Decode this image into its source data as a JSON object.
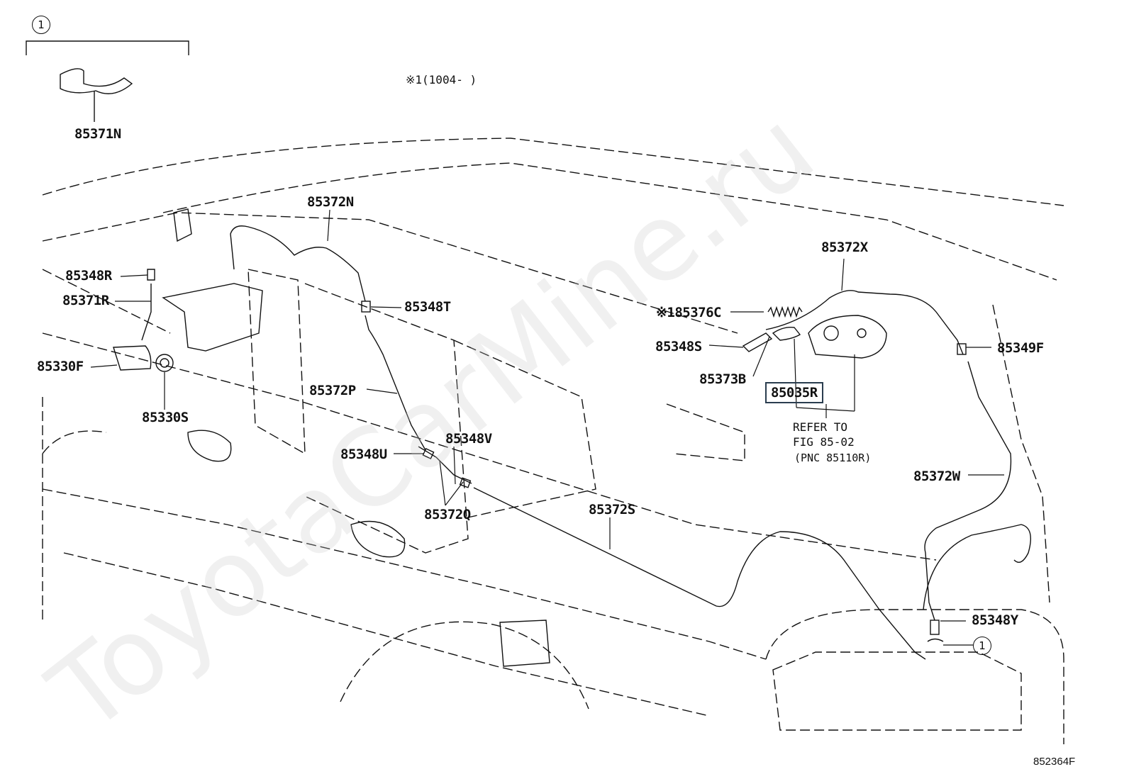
{
  "group_ref": "1",
  "group_ref_2": "1",
  "applicability_note": "※1(1004-    )",
  "parts": {
    "p85371N": "85371N",
    "p85372N": "85372N",
    "p85348R": "85348R",
    "p85371R": "85371R",
    "p85330F": "85330F",
    "p85330S": "85330S",
    "p85348T": "85348T",
    "p85372P": "85372P",
    "p85348U": "85348U",
    "p85348V": "85348V",
    "p85372Q": "85372Q",
    "p85372S": "85372S",
    "p85372X": "85372X",
    "p85376C": "※185376C",
    "p85348S": "85348S",
    "p85373B": "85373B",
    "p85035R": "85035R",
    "p85349F": "85349F",
    "p85372W": "85372W",
    "p85348Y": "85348Y"
  },
  "refer_text": {
    "line1": "REFER TO",
    "line2": "FIG 85-02",
    "line3": "(PNC 85110R)"
  },
  "figure_number": "852364F",
  "watermark": "ToyotaCarMine.ru",
  "colors": {
    "line": "#111111",
    "highlight_box": "#2a3d4f",
    "watermark": "#c8c8c8"
  }
}
